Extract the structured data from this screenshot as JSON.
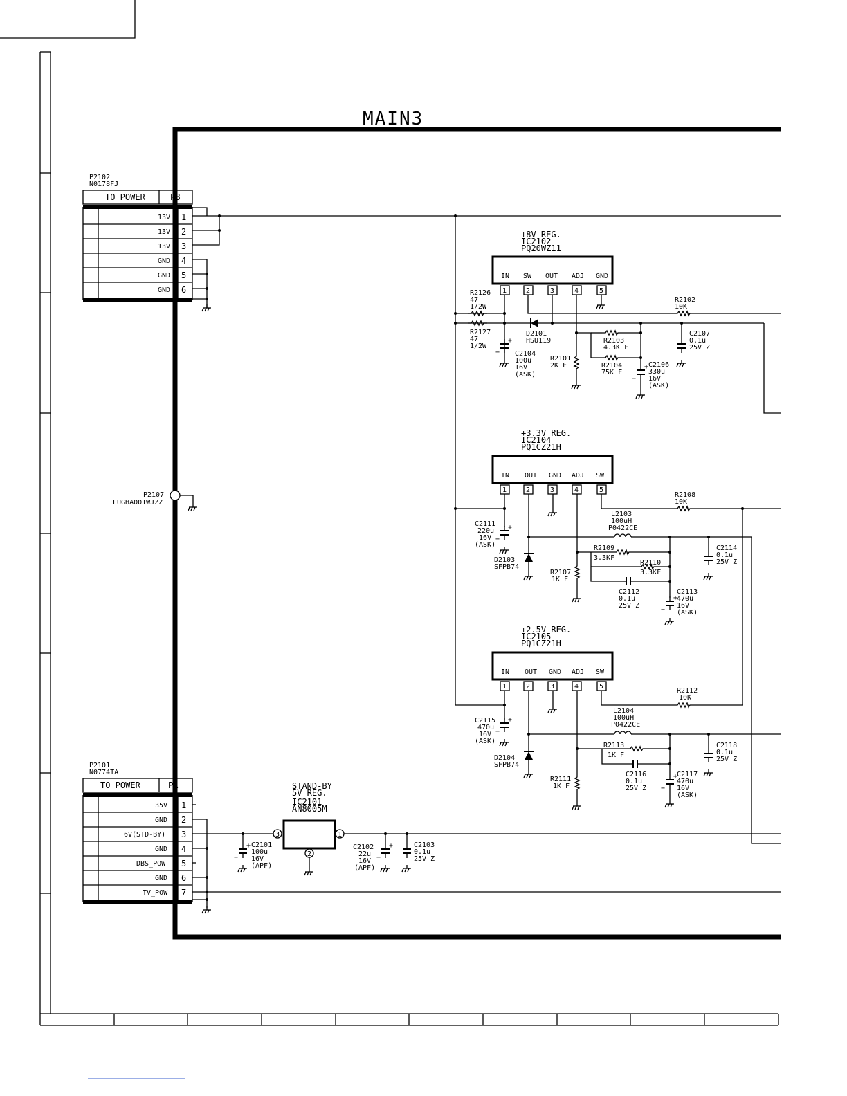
{
  "title": "MAIN3",
  "connectors": {
    "p2102": {
      "ref": "P2102",
      "part": "N0178FJ",
      "header": "TO POWER",
      "code": "PB",
      "rows": [
        {
          "label": "13V",
          "pin": "1"
        },
        {
          "label": "13V",
          "pin": "2"
        },
        {
          "label": "13V",
          "pin": "3"
        },
        {
          "label": "GND",
          "pin": "4"
        },
        {
          "label": "GND",
          "pin": "5"
        },
        {
          "label": "GND",
          "pin": "6"
        }
      ]
    },
    "p2101": {
      "ref": "P2101",
      "part": "N0774TA",
      "header": "TO POWER",
      "code": "PA",
      "rows": [
        {
          "label": "35V",
          "pin": "1"
        },
        {
          "label": "GND",
          "pin": "2"
        },
        {
          "label": "6V(STD-BY)",
          "pin": "3"
        },
        {
          "label": "GND",
          "pin": "4"
        },
        {
          "label": "DBS_POW",
          "pin": "5"
        },
        {
          "label": "GND",
          "pin": "6"
        },
        {
          "label": "TV_POW",
          "pin": "7"
        }
      ]
    },
    "p2107": {
      "ref": "P2107",
      "part": "LUGHA001WJZZ"
    }
  },
  "regulators": {
    "ic2102": {
      "title": "+8V REG.",
      "ref": "IC2102",
      "part": "PQ20WZ11",
      "pins": [
        {
          "name": "IN",
          "num": "1"
        },
        {
          "name": "SW",
          "num": "2"
        },
        {
          "name": "OUT",
          "num": "3"
        },
        {
          "name": "ADJ",
          "num": "4"
        },
        {
          "name": "GND",
          "num": "5"
        }
      ]
    },
    "ic2104": {
      "title": "+3.3V REG.",
      "ref": "IC2104",
      "part": "PQ1CZ21H",
      "pins": [
        {
          "name": "IN",
          "num": "1"
        },
        {
          "name": "OUT",
          "num": "2"
        },
        {
          "name": "GND",
          "num": "3"
        },
        {
          "name": "ADJ",
          "num": "4"
        },
        {
          "name": "SW",
          "num": "5"
        }
      ]
    },
    "ic2105": {
      "title": "+2.5V REG.",
      "ref": "IC2105",
      "part": "PQ1CZ21H",
      "pins": [
        {
          "name": "IN",
          "num": "1"
        },
        {
          "name": "OUT",
          "num": "2"
        },
        {
          "name": "GND",
          "num": "3"
        },
        {
          "name": "ADJ",
          "num": "4"
        },
        {
          "name": "SW",
          "num": "5"
        }
      ]
    },
    "ic2101": {
      "title1": "STAND-BY",
      "title2": "5V REG.",
      "ref": "IC2101",
      "part": "AN8005M",
      "pin_in": "3",
      "pin_gnd": "2",
      "pin_out": "1"
    }
  },
  "components": {
    "r2126": [
      "R2126",
      "47",
      "1/2W"
    ],
    "r2127": [
      "R2127",
      "47",
      "1/2W"
    ],
    "d2101": [
      "D2101",
      "HSU119"
    ],
    "c2104": [
      "C2104",
      "100u",
      "16V",
      "(ASK)"
    ],
    "r2101": [
      "R2101",
      "2K F"
    ],
    "r2103": [
      "R2103",
      "4.3K F"
    ],
    "r2104": [
      "R2104",
      "75K F"
    ],
    "c2106": [
      "C2106",
      "330u",
      "16V",
      "(ASK)"
    ],
    "r2102": [
      "R2102",
      "10K"
    ],
    "c2107": [
      "C2107",
      "0.1u",
      "25V Z"
    ],
    "c2111": [
      "C2111",
      "220u",
      "16V",
      "(ASK)"
    ],
    "d2103": [
      "D2103",
      "SFPB74"
    ],
    "l2103": [
      "L2103",
      "100uH",
      "P0422CE"
    ],
    "r2108": [
      "R2108",
      "10K"
    ],
    "r2109": [
      "R2109",
      "3.3KF"
    ],
    "r2110": [
      "R2110",
      "3.3KF"
    ],
    "r2107": [
      "R2107",
      "1K F"
    ],
    "c2112": [
      "C2112",
      "0.1u",
      "25V Z"
    ],
    "c2113": [
      "C2113",
      "470u",
      "16V",
      "(ASK)"
    ],
    "c2114": [
      "C2114",
      "0.1u",
      "25V Z"
    ],
    "c2115": [
      "C2115",
      "470u",
      "16V",
      "(ASK)"
    ],
    "d2104": [
      "D2104",
      "SFPB74"
    ],
    "l2104": [
      "L2104",
      "100uH",
      "P0422CE"
    ],
    "r2112": [
      "R2112",
      "10K"
    ],
    "r2113": [
      "R2113",
      "1K F"
    ],
    "r2111": [
      "R2111",
      "1K F"
    ],
    "c2116": [
      "C2116",
      "0.1u",
      "25V Z"
    ],
    "c2117": [
      "C2117",
      "470u",
      "16V",
      "(ASK)"
    ],
    "c2118": [
      "C2118",
      "0.1u",
      "25V Z"
    ],
    "c2101": [
      "C2101",
      "100u",
      "16V",
      "(APF)"
    ],
    "c2102": [
      "C2102",
      "22u",
      "16V",
      "(APF)"
    ],
    "c2103": [
      "C2103",
      "0.1u",
      "25V Z"
    ]
  }
}
